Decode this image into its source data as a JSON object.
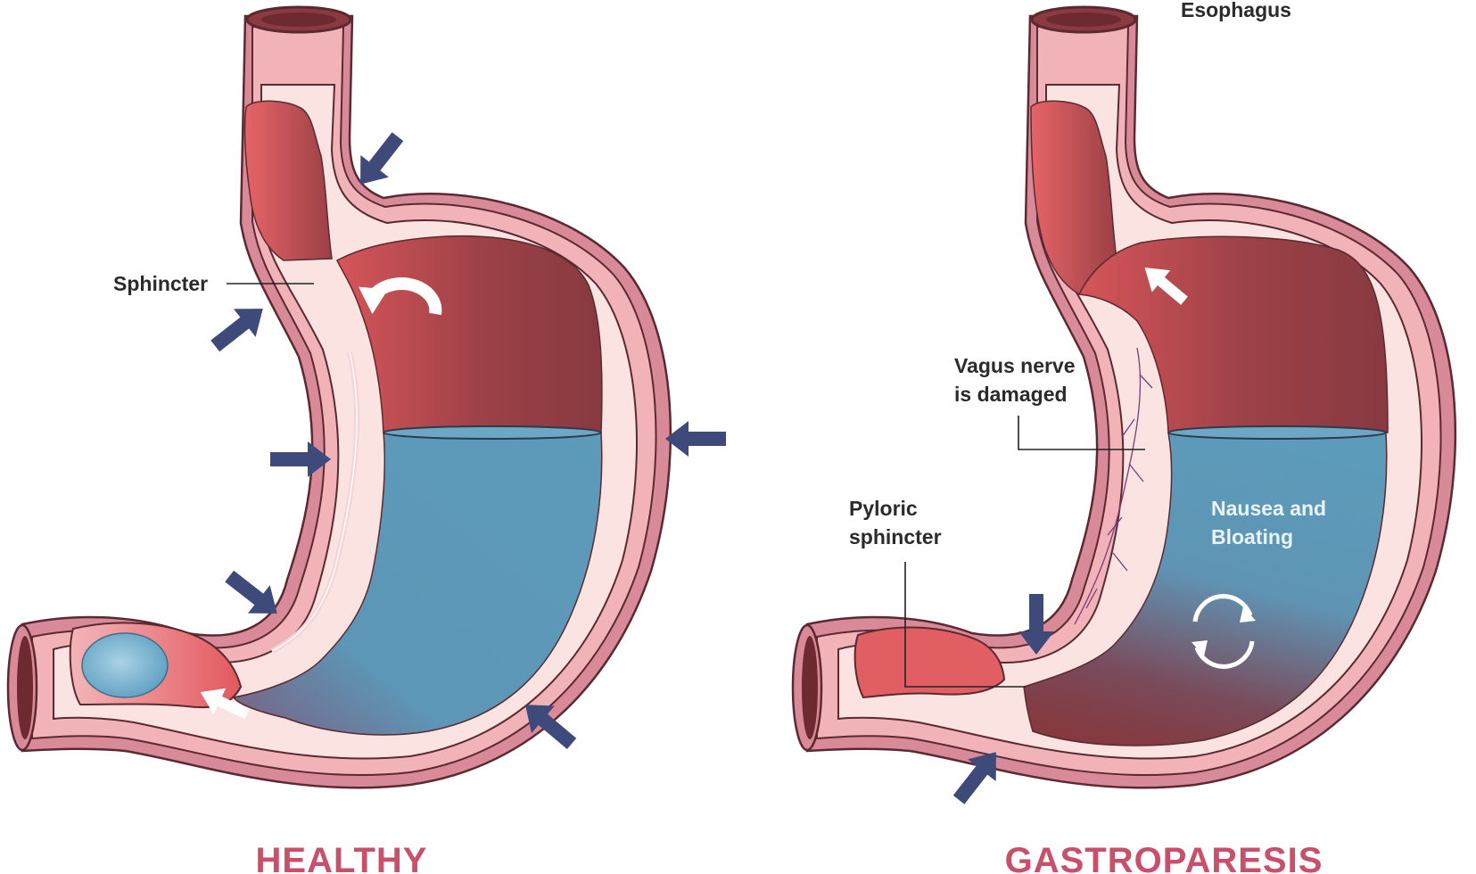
{
  "colors": {
    "wall_outer": "#d98a98",
    "wall_inner": "#f2b3b8",
    "lining": "#fbe3e2",
    "dark_red": "#8a3a40",
    "red": "#e15e62",
    "fluid_blue": "#5d9ab9",
    "arrow_navy": "#3d4a7a",
    "caption_red": "#c9506a",
    "outline": "#5a2a30"
  },
  "panels": {
    "healthy": {
      "caption": "HEALTHY",
      "labels": {
        "sphincter": "Sphincter"
      }
    },
    "gastroparesis": {
      "caption": "GASTROPARESIS",
      "labels": {
        "esophagus": "Esophagus",
        "vagus_line1": "Vagus nerve",
        "vagus_line2": "is damaged",
        "pyloric_line1": "Pyloric",
        "pyloric_line2": "sphincter",
        "nausea_line1": "Nausea and",
        "nausea_line2": "Bloating"
      }
    }
  },
  "icons": [
    "contraction-arrow-icon",
    "rotate-arrow-icon",
    "cycle-arrows-icon",
    "reflux-arrow-icon",
    "flow-arrow-icon"
  ]
}
